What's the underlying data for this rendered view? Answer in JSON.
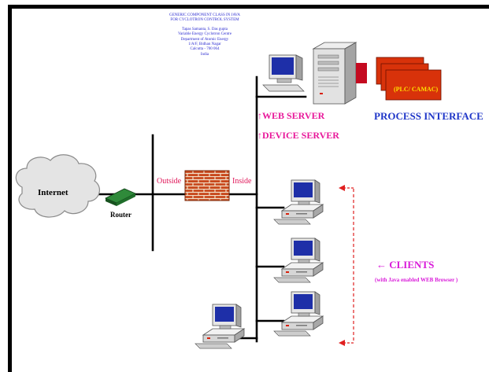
{
  "header": {
    "lines": [
      "GENERIC COMPONENT CLASS IN JAVA",
      "FOR CYCLOTRON CONTROL SYSTEM",
      "",
      "Tapas Samanta, S. Das gupta",
      "Variable Energy Cyclotron Centre",
      "Department of Atomic Energy",
      "1/A/F, Bidhan Nagar",
      "Calcutta - 700 064",
      "India"
    ]
  },
  "labels": {
    "internet": "Internet",
    "router": "Router",
    "outside": "Outside",
    "inside": "Inside",
    "web_server": "WEB SERVER",
    "device_server": "DEVICE SERVER",
    "process_interface": "PROCESS INTERFACE",
    "plc_camac": "(PLC/ CAMAC)",
    "clients": "CLIENTS",
    "clients_sub": "(with Java enabled WEB Browser )"
  },
  "icons": {
    "up_arrow": "↑",
    "left_arrow": "←"
  },
  "colors": {
    "network_line": "#000000",
    "server_labels": "#e8189a",
    "process_label": "#1f36c8",
    "clients_label": "#d91ad9",
    "zone_labels": "#e0185a",
    "plc_box": "#d8320a",
    "plc_text": "#ffe000",
    "monitor_screen": "#1e2fa8",
    "router": "#1f6e2a",
    "brick": "#c8481c"
  }
}
